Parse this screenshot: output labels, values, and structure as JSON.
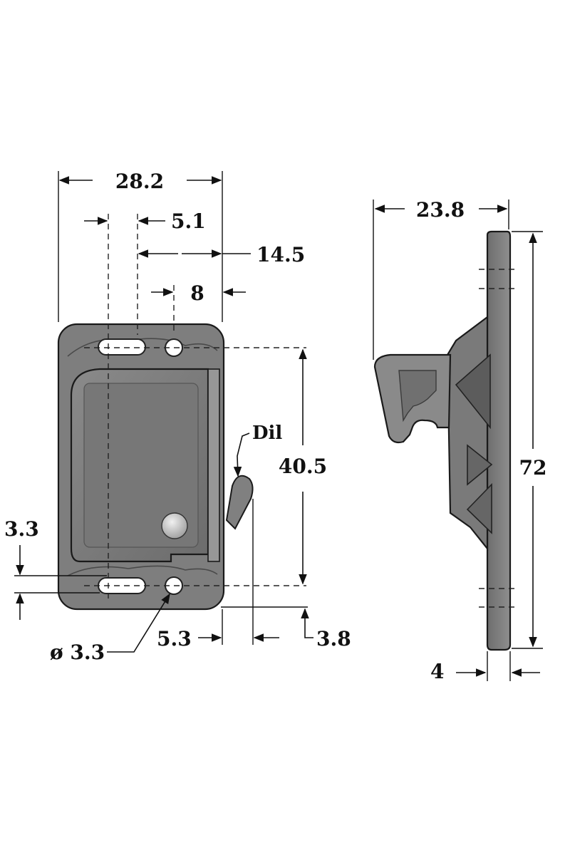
{
  "front_view": {
    "dimensions": {
      "overall_width": "28.2",
      "slot_width": "5.1",
      "hole_to_edge": "14.5",
      "hole_spacing": "8",
      "hole_vertical_spacing": "40.5",
      "bottom_offset": "3.3",
      "hole_diameter": "ø 3.3",
      "lever_offset": "5.3",
      "lever_projection": "3.8"
    },
    "callouts": {
      "lever": "Dil"
    }
  },
  "side_view": {
    "dimensions": {
      "depth": "23.8",
      "height": "72",
      "thickness": "4"
    }
  },
  "colors": {
    "body": "#7c7c7c",
    "body_dark": "#5a5a5a",
    "body_light": "#9a9a9a",
    "line": "#111111"
  }
}
